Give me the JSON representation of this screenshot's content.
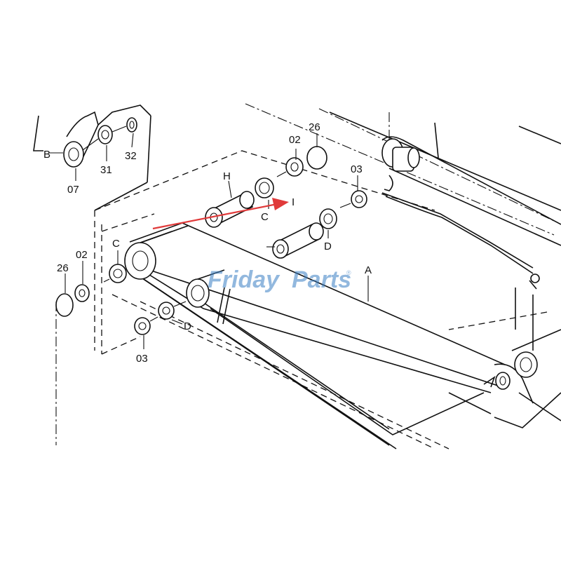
{
  "watermark": {
    "text_friday": "Friday",
    "text_parts": "Parts",
    "registered": "®",
    "color": "#3a7fc4"
  },
  "callouts": {
    "B": "B",
    "c07": "07",
    "c31": "31",
    "c32": "32",
    "H": "H",
    "C_top": "C",
    "I": "I",
    "D_top": "D",
    "c02_top": "02",
    "c26_top": "26",
    "c03_top": "03",
    "C_left": "C",
    "c02_left": "02",
    "c26_left": "26",
    "D_bottom": "D",
    "c03_bottom": "03",
    "A": "A"
  },
  "accent": {
    "arrow_color": "#e03a3a"
  }
}
